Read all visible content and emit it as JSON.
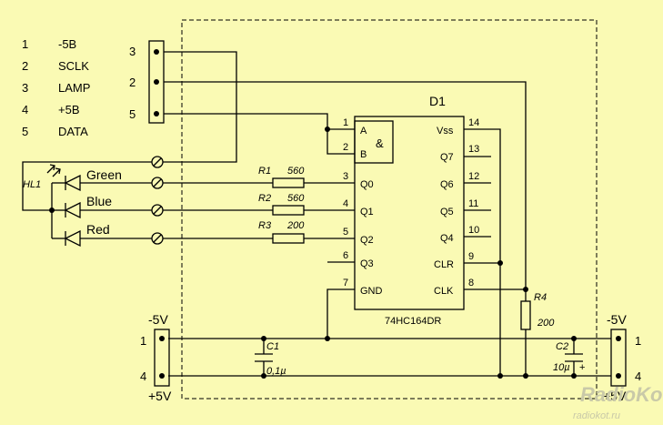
{
  "legend": [
    {
      "num": "1",
      "label": "-5B"
    },
    {
      "num": "2",
      "label": "SCLK"
    },
    {
      "num": "3",
      "label": "LAMP"
    },
    {
      "num": "4",
      "label": "+5B"
    },
    {
      "num": "5",
      "label": "DATA"
    }
  ],
  "top_connector_pins": [
    "3",
    "2",
    "5"
  ],
  "led": {
    "ref": "HL1",
    "colors": [
      "Green",
      "Blue",
      "Red"
    ]
  },
  "resistors": [
    {
      "ref": "R1",
      "value": "560"
    },
    {
      "ref": "R2",
      "value": "560"
    },
    {
      "ref": "R3",
      "value": "200"
    },
    {
      "ref": "R4",
      "value": "200"
    }
  ],
  "chip": {
    "ref": "D1",
    "part": "74HC164DR",
    "gate_symbol": "&",
    "left_pins": [
      {
        "num": "1",
        "name": "A"
      },
      {
        "num": "2",
        "name": "B"
      },
      {
        "num": "3",
        "name": "Q0"
      },
      {
        "num": "4",
        "name": "Q1"
      },
      {
        "num": "5",
        "name": "Q2"
      },
      {
        "num": "6",
        "name": "Q3"
      },
      {
        "num": "7",
        "name": "GND"
      }
    ],
    "right_pins": [
      {
        "num": "14",
        "name": "Vss"
      },
      {
        "num": "13",
        "name": "Q7"
      },
      {
        "num": "12",
        "name": "Q6"
      },
      {
        "num": "11",
        "name": "Q5"
      },
      {
        "num": "10",
        "name": "Q4"
      },
      {
        "num": "9",
        "name": "CLR"
      },
      {
        "num": "8",
        "name": "CLK"
      }
    ]
  },
  "capacitors": [
    {
      "ref": "C1",
      "value": "0,1µ"
    },
    {
      "ref": "C2",
      "value": "10µ",
      "polarity": "+"
    }
  ],
  "left_power": {
    "top_label": "-5V",
    "bottom_label": "+5V",
    "pin_top": "1",
    "pin_bottom": "4"
  },
  "right_power": {
    "top_label": "-5V",
    "bottom_label": "+5V",
    "pin_top": "1",
    "pin_bottom": "4"
  },
  "watermark": {
    "logo": "RadioKot",
    "url": "radiokot.ru"
  }
}
